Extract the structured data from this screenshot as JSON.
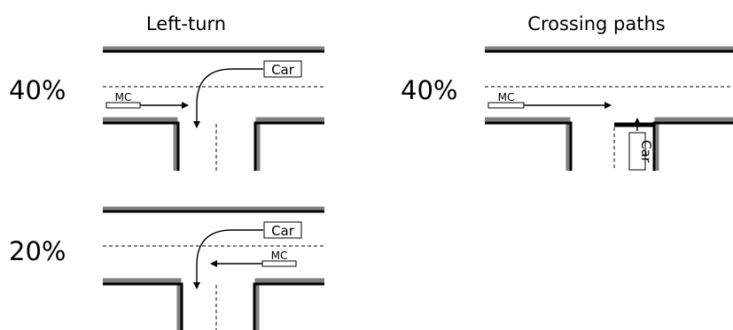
{
  "panels": {
    "left_turn": {
      "title": "Left-turn"
    },
    "crossing": {
      "title": "Crossing paths"
    }
  },
  "scenarios": [
    {
      "percent": "40%",
      "car_label": "Car",
      "mc_label": "MC"
    },
    {
      "percent": "40%",
      "car_label": "Car",
      "mc_label": "MC"
    },
    {
      "percent": "20%",
      "car_label": "Car",
      "mc_label": "MC"
    }
  ],
  "colors": {
    "road_edge": "#7f7f7f",
    "road_line": "#000000"
  }
}
